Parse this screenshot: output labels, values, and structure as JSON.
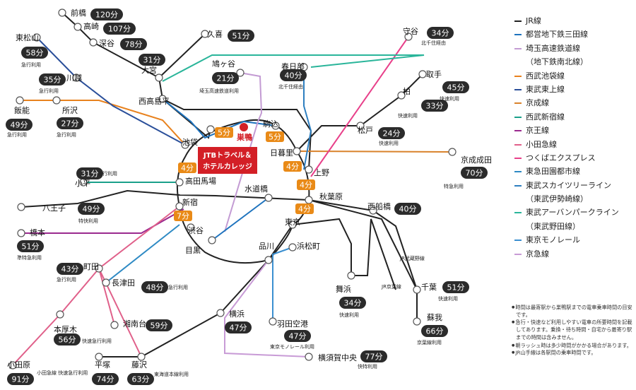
{
  "school": {
    "line1": "JTBトラベル＆",
    "line2": "ホテルカレッジ",
    "station": "巣鴨"
  },
  "colors": {
    "jr": "#222222",
    "mita": "#1e73be",
    "saitama": "#c39bd3",
    "ikebukuro": "#e8821e",
    "tojo": "#2a4f9a",
    "keisei": "#d9822b",
    "shinjuku": "#1aa08a",
    "keio": "#9b2a8f",
    "odakyu": "#e0608a",
    "tx": "#e8408a",
    "denentoshi": "#2e8ac4",
    "skytree": "#2e7fc0",
    "urban": "#2ab59a",
    "monorail": "#3b8fd0",
    "keikyu": "#c89bd6",
    "orange_badge": "#e98a17",
    "school_red": "#d31f26",
    "badge_dark": "#2b2b2b"
  },
  "legend": [
    "JR線",
    "都営地下鉄三田線",
    "埼玉高速鉄道線",
    "（地下鉄南北線）",
    "西武池袋線",
    "東武東上線",
    "京成線",
    "西武新宿線",
    "京王線",
    "小田急線",
    "つくばエクスプレス",
    "東急田園都市線",
    "東武スカイツリーライン",
    "（東武伊勢崎線）",
    "東武アーバンパークライン",
    "（東武野田線）",
    "東京モノレール",
    "京急線"
  ],
  "notes": [
    "時間は最寄駅から巣鴨駅までの電車乗車時間の目安です。",
    "急行・快速など利用しやすい電車の所要時間を記載してあります。乗換・待ち時間・自宅から最寄り駅までの時間は含みません。",
    "朝ラッシュ時は多少時間がかかる場合があります。",
    "JR山手線は各駅間の乗車時間です。"
  ],
  "stations": [
    {
      "name": "前橋",
      "time": "120分",
      "note": ""
    },
    {
      "name": "高崎",
      "time": "107分",
      "note": ""
    },
    {
      "name": "深谷",
      "time": "78分",
      "note": ""
    },
    {
      "name": "大宮",
      "time": "31分",
      "note": ""
    },
    {
      "name": "久喜",
      "time": "51分",
      "note": ""
    },
    {
      "name": "東松山",
      "time": "58分",
      "note": "急行利用"
    },
    {
      "name": "川越",
      "time": "35分",
      "note": "急行利用"
    },
    {
      "name": "鳩ヶ谷",
      "time": "21分",
      "note": "埼玉高速鉄道利用"
    },
    {
      "name": "春日部",
      "time": "40分",
      "note": "北千住経由"
    },
    {
      "name": "守谷",
      "time": "34分",
      "note": "北千住経由"
    },
    {
      "name": "取手",
      "time": "45分",
      "note": "快速利用"
    },
    {
      "name": "柏",
      "time": "33分",
      "note": "快速利用"
    },
    {
      "name": "松戸",
      "time": "24分",
      "note": "快速利用"
    },
    {
      "name": "飯能",
      "time": "49分",
      "note": "急行利用"
    },
    {
      "name": "所沢",
      "time": "27分",
      "note": "急行利用"
    },
    {
      "name": "京成成田",
      "time": "70分",
      "note": "特急利用"
    },
    {
      "name": "小平",
      "time": "31分",
      "note": "急行利用"
    },
    {
      "name": "八王子",
      "time": "49分",
      "note": "特快利用"
    },
    {
      "name": "西船橋",
      "time": "40分",
      "note": ""
    },
    {
      "name": "橋本",
      "time": "51分",
      "note": "準特急利用"
    },
    {
      "name": "町田",
      "time": "43分",
      "note": "急行利用"
    },
    {
      "name": "長津田",
      "time": "48分",
      "note": "急行利用"
    },
    {
      "name": "舞浜",
      "time": "34分",
      "note": "快速利用"
    },
    {
      "name": "千葉",
      "time": "51分",
      "note": "快速利用"
    },
    {
      "name": "湘南台",
      "time": "59分",
      "note": ""
    },
    {
      "name": "横浜",
      "time": "47分",
      "note": ""
    },
    {
      "name": "羽田空港",
      "time": "47分",
      "note": "東京モノレール利用"
    },
    {
      "name": "蘇我",
      "time": "66分",
      "note": "京葉線利用"
    },
    {
      "name": "本厚木",
      "time": "56分",
      "note": "快速急行利用"
    },
    {
      "name": "横須賀中央",
      "time": "77分",
      "note": "快特利用"
    },
    {
      "name": "小田原",
      "time": "91分",
      "note": "小田急線 快速急行利用"
    },
    {
      "name": "平塚",
      "time": "74分",
      "note": ""
    },
    {
      "name": "藤沢",
      "time": "63分",
      "note": "東海道本線利用"
    }
  ],
  "loop_stations": [
    "池袋",
    "西高島平",
    "駒込",
    "日暮里",
    "上野",
    "秋葉原",
    "東京",
    "浜松町",
    "品川",
    "目黒",
    "渋谷",
    "新宿",
    "高田馬場",
    "水道橋"
  ],
  "loop_times": [
    "5分",
    "5分",
    "4分",
    "4分",
    "4分",
    "4分",
    "7分"
  ],
  "line_labels": [
    "JR武蔵野線",
    "JR京葉線"
  ]
}
